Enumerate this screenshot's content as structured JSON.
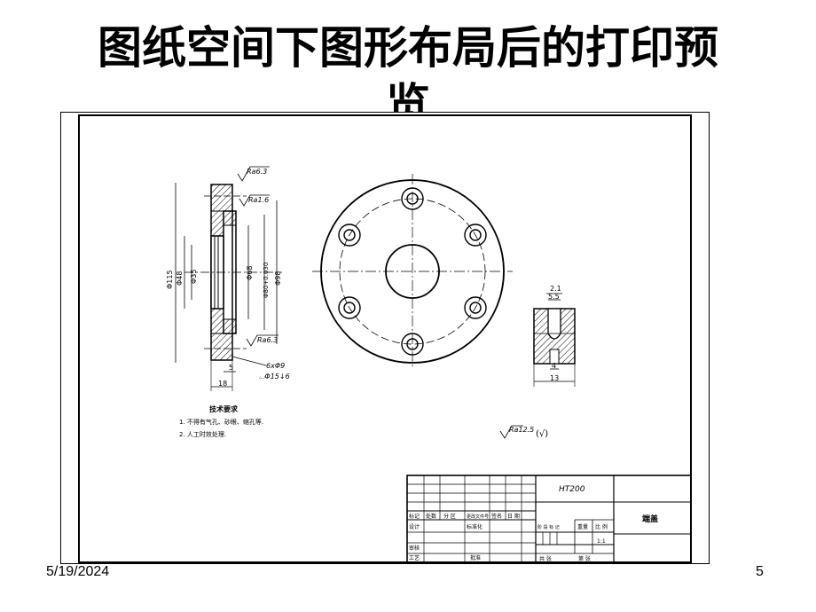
{
  "slide": {
    "title_line1": "图纸空间下图形布局后的打印预",
    "title_line2": "览",
    "date": "5/19/2024",
    "page_number": "5"
  },
  "drawing": {
    "roughness_top": "Ra6.3",
    "roughness_inner": "Ra1.6",
    "roughness_lower": "Ra6.3",
    "roughness_general": "Ra12.5",
    "dims_left": [
      "Φ115",
      "Φ48",
      "Φ35",
      "Φ68",
      "Φ80+0.030",
      "Φ98"
    ],
    "dim_5": "5",
    "dim_18": "18",
    "hole_spec_1": "6xΦ9",
    "hole_spec_2": "⌴Φ15↓6",
    "detail_dim_21": "2.1",
    "detail_dim_55": "5.5",
    "detail_dim_4": "4",
    "detail_dim_13": "13",
    "tech_title": "技术要求",
    "tech_req_1": "1. 不得有气孔、砂眼、缩孔等.",
    "tech_req_2": "2. 人工时效处理.",
    "title_block": {
      "material": "HT200",
      "part_name": "端盖",
      "header_row": [
        "标记",
        "处数",
        "分 区",
        "更改文件号",
        "签名",
        "日 期"
      ],
      "design": "设计",
      "standardize": "标准化",
      "review": "审核",
      "process": "工艺",
      "approve": "批准",
      "stage_mark": "阶 段 标 记",
      "weight": "重量",
      "scale_label": "比 例",
      "scale_value": "1:1",
      "sheets_total": "共   张",
      "sheet_no": "第   张"
    }
  }
}
